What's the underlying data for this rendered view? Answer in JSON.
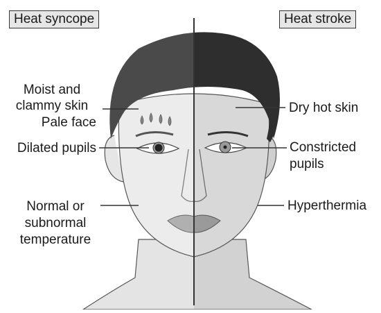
{
  "headers": {
    "left": "Heat syncope",
    "right": "Heat stroke"
  },
  "labels": {
    "left": {
      "moist_skin": "Moist and clammy skin",
      "pale_face": "Pale face",
      "dilated_pupils": "Dilated pupils",
      "temp_line1": "Normal or",
      "temp_line2": "subnormal",
      "temp_line3": "temperature"
    },
    "right": {
      "dry_skin": "Dry hot skin",
      "constricted_line1": "Constricted",
      "constricted_line2": "pupils",
      "hyperthermia": "Hyperthermia"
    }
  },
  "colors": {
    "hair_left": "#4a4a4a",
    "hair_right": "#2e2e2e",
    "skin_left": "#ececec",
    "skin_right": "#d8d8d8",
    "divider": "#333333"
  }
}
